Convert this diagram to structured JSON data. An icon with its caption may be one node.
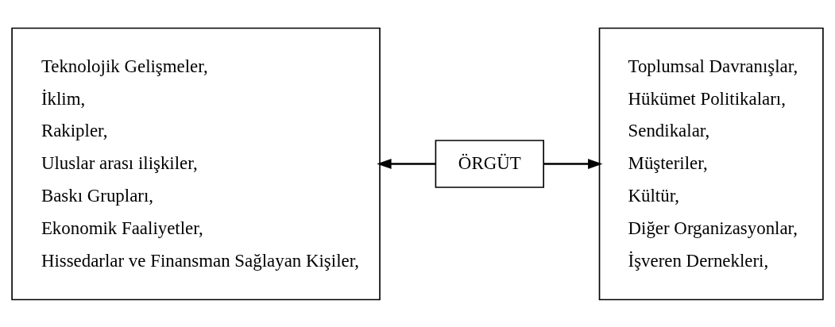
{
  "diagram": {
    "nodes": [
      {
        "text": [
          "Teknolojik Gelişmeler,",
          "İklim,",
          "Rakipler,",
          "Uluslar arası ilişkiler,",
          "Baskı Grupları,",
          "Ekonomik Faaliyetler,",
          "Hissedarlar ve Finansman Sağlayan Kişiler,"
        ]
      },
      {
        "text": [
          "ÖRGÜT"
        ]
      },
      {
        "text": [
          "Toplumsal Davranışlar,",
          "Hükümet Politikaları,",
          "Sendikalar,",
          "Müşteriler,",
          "Kültür,",
          "Diğer Organizasyonlar,",
          "İşveren Dernekleri,"
        ]
      }
    ],
    "edges": [
      {
        "from": 1,
        "to": 0,
        "arrow": "to"
      },
      {
        "from": 1,
        "to": 2,
        "arrow": "to"
      }
    ]
  }
}
